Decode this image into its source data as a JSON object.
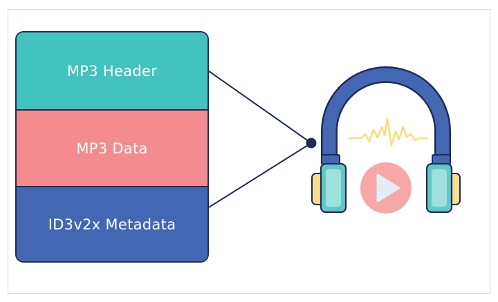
{
  "blocks": [
    {
      "label": "MP3 Header",
      "color": "#43c3bf"
    },
    {
      "label": "MP3 Data",
      "color": "#f48c8f"
    },
    {
      "label": "ID3v2x Metadata",
      "color": "#4467b3"
    }
  ],
  "headphones_icon": "headphones-icon",
  "colors": {
    "outline": "#1f2a55",
    "band": "#4467b3",
    "ear_cup": "#62c8c6",
    "ear_cushion": "#f8df8d",
    "wave": "#f3e27a",
    "play_circle": "#f6a8a6",
    "play_triangle": "#e4ecf8"
  }
}
